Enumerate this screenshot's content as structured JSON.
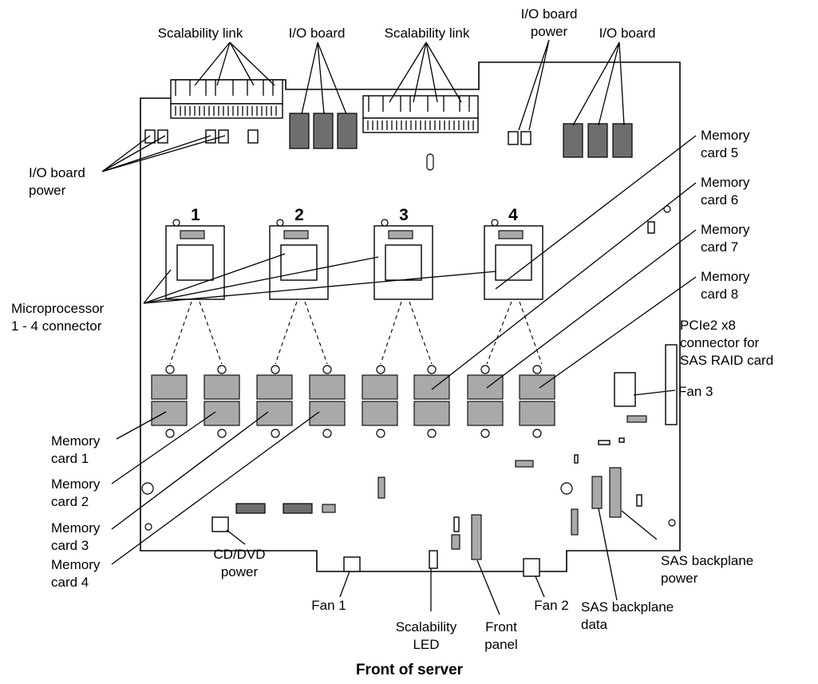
{
  "labels": {
    "scal_link_left": "Scalability link",
    "io_board_top_left": "I/O board",
    "scal_link_right": "Scalability link",
    "io_board_power_top_1": "I/O board",
    "io_board_power_top_2": "power",
    "io_board_top_right": "I/O board",
    "io_board_power_left_1": "I/O board",
    "io_board_power_left_2": "power",
    "mem5_1": "Memory",
    "mem5_2": "card 5",
    "mem6_1": "Memory",
    "mem6_2": "card 6",
    "mem7_1": "Memory",
    "mem7_2": "card 7",
    "mem8_1": "Memory",
    "mem8_2": "card 8",
    "pcie_1": "PCIe2 x8",
    "pcie_2": "connector for",
    "pcie_3": "SAS RAID card",
    "fan3": "Fan 3",
    "micro_1": "Microprocessor",
    "micro_2": "1 - 4 connector",
    "mem1_1": "Memory",
    "mem1_2": "card 1",
    "mem2_1": "Memory",
    "mem2_2": "card 2",
    "mem3_1": "Memory",
    "mem3_2": "card 3",
    "mem4_1": "Memory",
    "mem4_2": "card 4",
    "cddvd_1": "CD/DVD",
    "cddvd_2": "power",
    "fan1": "Fan 1",
    "scal_led_1": "Scalability",
    "scal_led_2": "LED",
    "front_panel_1": "Front",
    "front_panel_2": "panel",
    "fan2": "Fan 2",
    "sas_data_1": "SAS backplane",
    "sas_data_2": "data",
    "sas_power_1": "SAS backplane",
    "sas_power_2": "power"
  },
  "cpu_numbers": [
    "1",
    "2",
    "3",
    "4"
  ],
  "footer": "Front of server"
}
